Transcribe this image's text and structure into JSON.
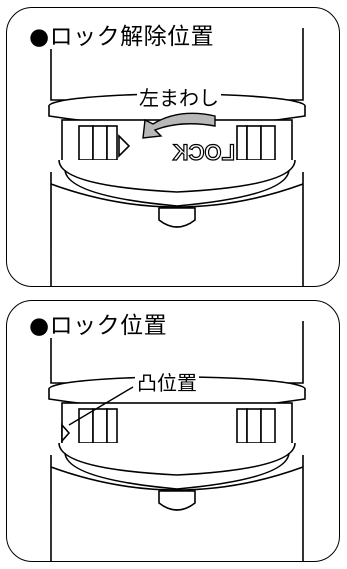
{
  "panels": [
    {
      "title": "●ロック解除位置",
      "callout": "左まわし",
      "ring_text": "LOCK"
    },
    {
      "title": "●ロック位置",
      "callout": "凸位置"
    }
  ],
  "colors": {
    "line": "#000000",
    "arrow": "#b8b8b8",
    "background": "#ffffff"
  }
}
